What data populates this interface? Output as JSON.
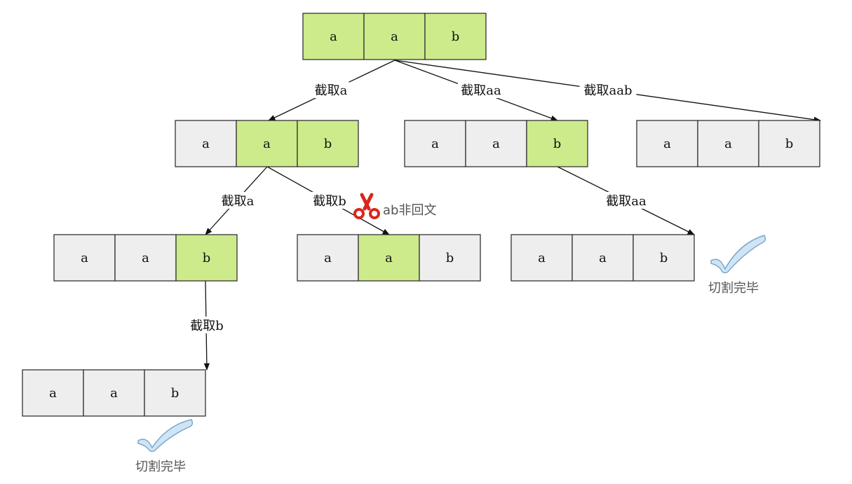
{
  "colors": {
    "selected": "#cdeb8b",
    "unselected": "#eeeeee",
    "border": "#333333",
    "check": "#cfe4f5",
    "check_stroke": "#7da7c9",
    "scissors": "#d9261c"
  },
  "nodes": [
    {
      "id": "root",
      "cells": [
        "a",
        "a",
        "b"
      ],
      "selected": [
        true,
        true,
        true
      ]
    },
    {
      "id": "n1",
      "cells": [
        "a",
        "a",
        "b"
      ],
      "selected": [
        false,
        true,
        true
      ]
    },
    {
      "id": "n2",
      "cells": [
        "a",
        "a",
        "b"
      ],
      "selected": [
        false,
        false,
        true
      ]
    },
    {
      "id": "n3",
      "cells": [
        "a",
        "a",
        "b"
      ],
      "selected": [
        false,
        false,
        false
      ]
    },
    {
      "id": "n4",
      "cells": [
        "a",
        "a",
        "b"
      ],
      "selected": [
        false,
        false,
        true
      ]
    },
    {
      "id": "n5",
      "cells": [
        "a",
        "a",
        "b"
      ],
      "selected": [
        false,
        true,
        false
      ]
    },
    {
      "id": "n6",
      "cells": [
        "a",
        "a",
        "b"
      ],
      "selected": [
        false,
        false,
        false
      ]
    },
    {
      "id": "n7",
      "cells": [
        "a",
        "a",
        "b"
      ],
      "selected": [
        false,
        false,
        false
      ]
    }
  ],
  "edges": [
    {
      "from": "root",
      "to": "n1",
      "label": "截取a"
    },
    {
      "from": "root",
      "to": "n2",
      "label": "截取aa"
    },
    {
      "from": "root",
      "to": "n3",
      "label": "截取aab"
    },
    {
      "from": "n1",
      "to": "n4",
      "label": "截取a"
    },
    {
      "from": "n1",
      "to": "n5",
      "label": "截取b"
    },
    {
      "from": "n2",
      "to": "n6",
      "label": "截取aa"
    },
    {
      "from": "n4",
      "to": "n7",
      "label": "截取b"
    }
  ],
  "notes": {
    "not_palindrome": "ab非回文",
    "done_1": "切割完毕",
    "done_2": "切割完毕"
  },
  "icons": {
    "scissors": "scissors-icon",
    "check": "check-icon"
  }
}
